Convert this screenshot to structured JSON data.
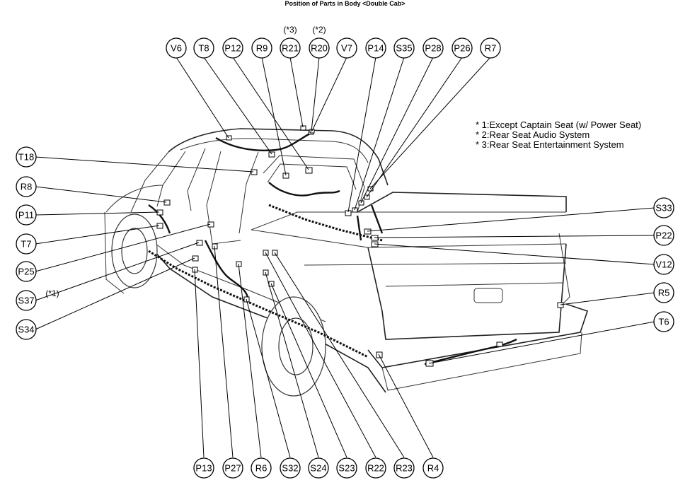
{
  "title": "Position of Parts in Body <Double Cab>",
  "notes": [
    "* 1:Except Captain Seat (w/ Power Seat)",
    "* 2:Rear Seat Audio System",
    "* 3:Rear Seat Entertainment System"
  ],
  "top_labels": [
    "V6",
    "T8",
    "P12",
    "R9",
    "R21",
    "R20",
    "V7",
    "P14",
    "S35",
    "P28",
    "P26",
    "R7"
  ],
  "top_annotations": {
    "R21": "(*3)",
    "R20": "(*2)"
  },
  "left_labels": [
    "T18",
    "R8",
    "P11",
    "T7",
    "P25",
    "S37",
    "S34"
  ],
  "left_annotations": {
    "S37": "(*1)"
  },
  "right_labels": [
    "S33",
    "P22",
    "V12",
    "R5",
    "T6"
  ],
  "bottom_labels": [
    "P13",
    "P27",
    "R6",
    "S32",
    "S24",
    "S23",
    "R22",
    "R23",
    "R4"
  ]
}
